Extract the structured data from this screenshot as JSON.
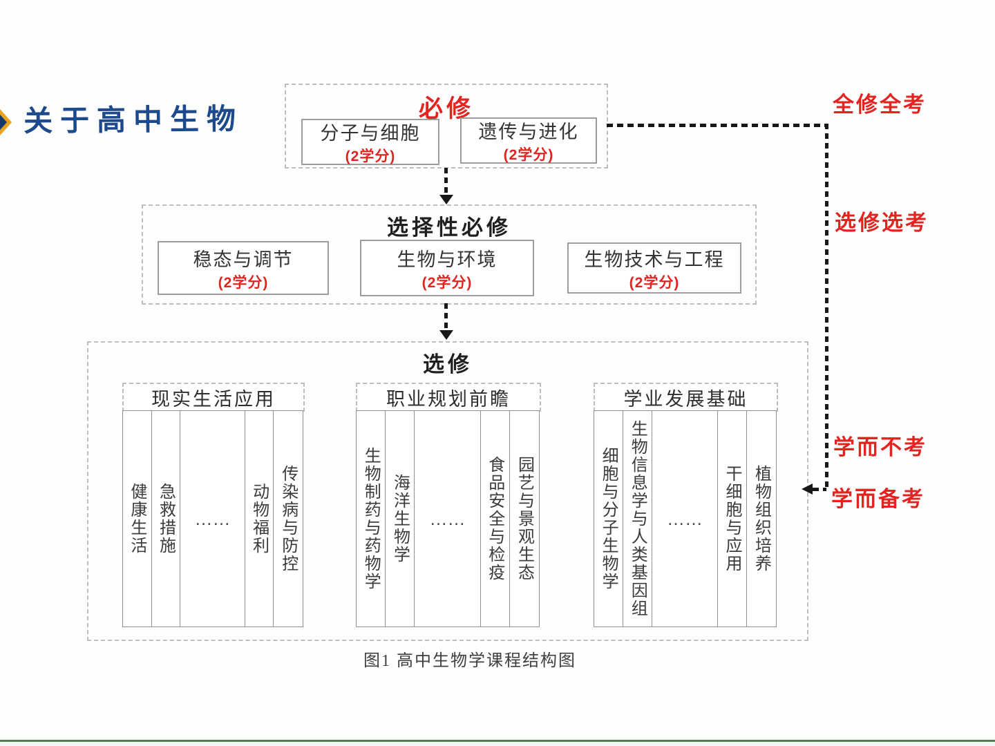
{
  "page": {
    "slide_title": "关于高中生物",
    "caption": "图1 高中生物学课程结构图"
  },
  "colors": {
    "accent_red": "#e3231f",
    "title_blue": "#1d4a8c",
    "bullet_gold": "#e8a21f",
    "bullet_navy": "#17386b",
    "bottom_bar_green": "#547e54"
  },
  "flow": {
    "bixiu": {
      "title": "必修",
      "courses": [
        {
          "name": "分子与细胞",
          "credit": "(2学分)"
        },
        {
          "name": "遗传与进化",
          "credit": "(2学分)"
        }
      ]
    },
    "xuanzexing": {
      "title": "选择性必修",
      "courses": [
        {
          "name": "稳态与调节",
          "credit": "(2学分)"
        },
        {
          "name": "生物与环境",
          "credit": "(2学分)"
        },
        {
          "name": "生物技术与工程",
          "credit": "(2学分)"
        }
      ]
    },
    "xuanxiu": {
      "title": "选修",
      "groups": [
        {
          "header": "现实生活应用",
          "columns": [
            "健康生活",
            "急救措施",
            "……",
            "动物福利",
            "传染病与防控"
          ]
        },
        {
          "header": "职业规划前瞻",
          "columns": [
            "生物制药与药物学",
            "海洋生物学",
            "……",
            "食品安全与检疫",
            "园艺与景观生态"
          ]
        },
        {
          "header": "学业发展基础",
          "columns": [
            "细胞与分子生物学",
            "生物信息学与人类基因组",
            "……",
            "干细胞与应用",
            "植物组织培养"
          ]
        }
      ]
    }
  },
  "annotations": {
    "full_study_full_exam": "全修全考",
    "elective_study_elective_exam": "选修选考",
    "study_no_exam": "学而不考",
    "study_prepare_exam": "学而备考"
  }
}
